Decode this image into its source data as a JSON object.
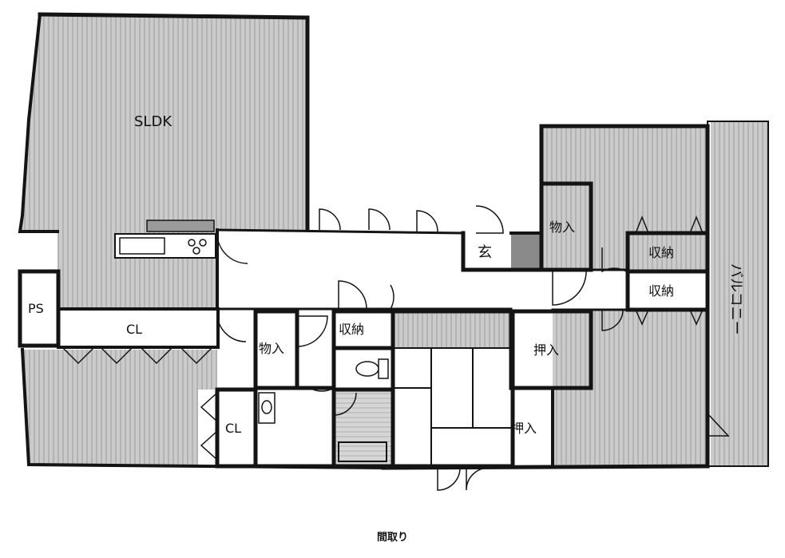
{
  "plan": {
    "caption": "間取り",
    "rooms": {
      "sldk": "SLDK",
      "ps": "PS",
      "cl_main": "CL",
      "cl_small": "CL",
      "genkan": "玄",
      "monoire_top": "物入",
      "monoire_mid": "物入",
      "shuno_hall": "収納",
      "shuno_upper": "収納",
      "shuno_lower": "収納",
      "oshiire_upper": "押入",
      "oshiire_lower": "押入",
      "balcony": "バルコニー"
    }
  },
  "colors": {
    "floor_fill": "#c9c9c9",
    "stripe": "#b2b2b2",
    "hall_fill": "#ffffff",
    "wall": "#141414",
    "genkan_tile": "#8a8a8a"
  }
}
